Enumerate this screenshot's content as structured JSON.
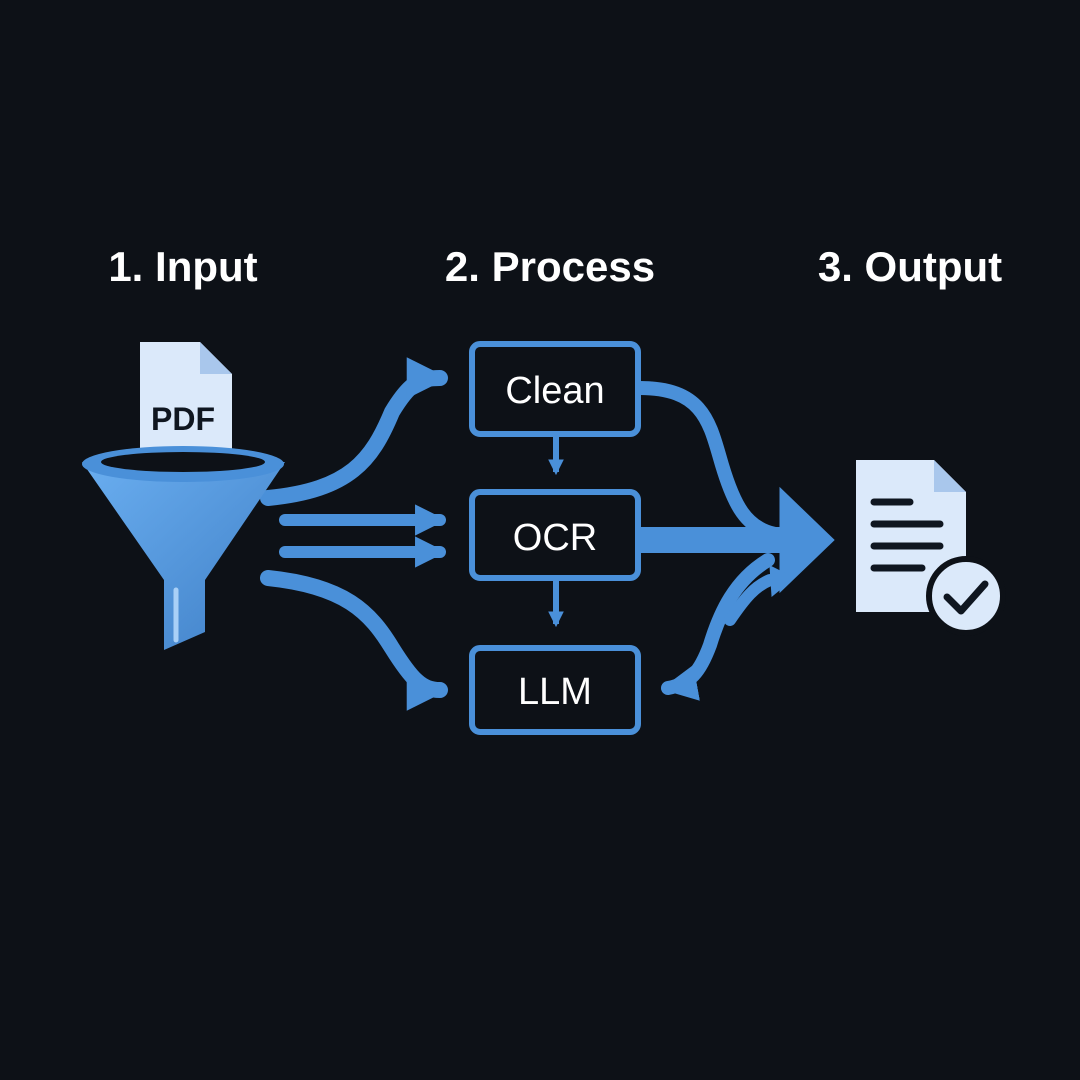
{
  "stages": [
    {
      "label": "1. Input"
    },
    {
      "label": "2. Process"
    },
    {
      "label": "3. Output"
    }
  ],
  "input": {
    "document_label": "PDF",
    "icons": [
      "pdf-document-icon",
      "funnel-icon"
    ]
  },
  "process_steps": [
    {
      "label": "Clean"
    },
    {
      "label": "OCR"
    },
    {
      "label": "LLM"
    }
  ],
  "output": {
    "icons": [
      "output-document-icon",
      "checkmark-icon"
    ]
  },
  "colors": {
    "background": "#0d1117",
    "accent": "#4a90d9",
    "accent_light": "#6aaef0",
    "document": "#dbe9fa",
    "text": "#ffffff"
  }
}
